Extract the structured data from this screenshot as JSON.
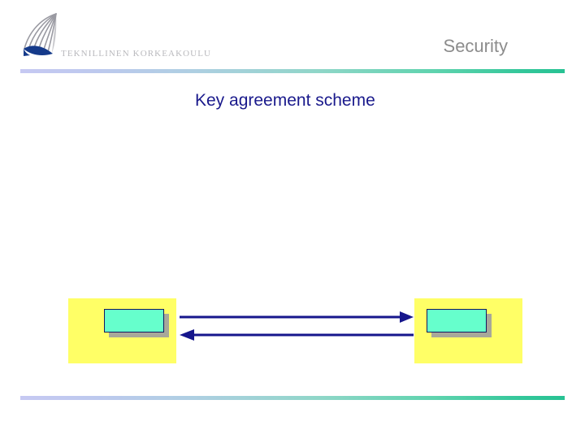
{
  "slide": {
    "header": {
      "institution_name": "TEKNILLINEN KORKEAKOULU",
      "logo_icon": "tkk-leaf-logo-icon",
      "section_title": "Security"
    },
    "title": "Key agreement scheme",
    "divider_colors": {
      "start": "#c6c9f2",
      "end": "#27c293"
    },
    "diagram": {
      "type": "two-party-exchange",
      "parties": [
        {
          "id": "left",
          "outer_color": "#ffff66",
          "inner_color": "#66ffcc",
          "label": ""
        },
        {
          "id": "right",
          "outer_color": "#ffff66",
          "inner_color": "#66ffcc",
          "label": ""
        }
      ],
      "messages": [
        {
          "id": "msg-forward",
          "direction": "right",
          "label": "",
          "color": "#16168c"
        },
        {
          "id": "msg-reverse",
          "direction": "left",
          "label": "",
          "color": "#16168c"
        }
      ]
    }
  }
}
